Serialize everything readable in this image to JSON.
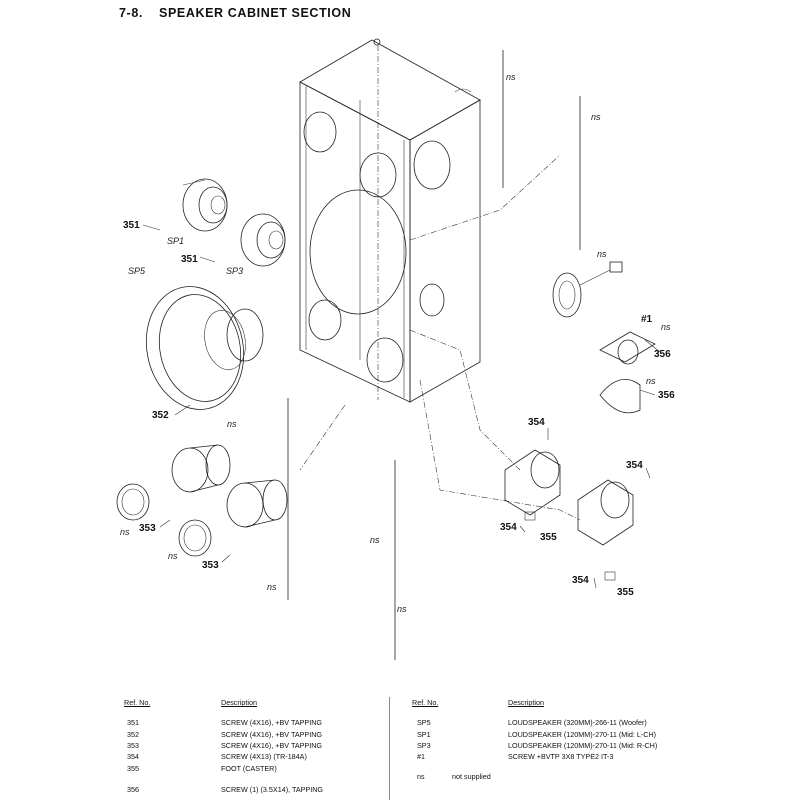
{
  "header": {
    "section_number": "7-8.",
    "section_title": "SPEAKER CABINET SECTION"
  },
  "callouts": {
    "c351a": "351",
    "c351b": "351",
    "c352": "352",
    "c353a": "353",
    "c353b": "353",
    "c354a": "354",
    "c354b": "354",
    "c354c": "354",
    "c354d": "354",
    "c355a": "355",
    "c355b": "355",
    "c356a": "356",
    "c356b": "356",
    "sp1": "SP1",
    "sp3": "SP3",
    "sp5": "SP5",
    "h1": "#1",
    "ns1": "ns",
    "ns2": "ns",
    "ns3": "ns",
    "ns4": "ns",
    "ns5": "ns",
    "ns6": "ns",
    "ns7": "ns",
    "ns8": "ns",
    "ns9": "ns",
    "ns10": "ns",
    "ns11": "ns"
  },
  "parts_table": {
    "headers": {
      "ref": "Ref. No.",
      "desc": "Description",
      "ref2": "Ref. No.",
      "desc2": "Description"
    },
    "left_rows": [
      {
        "ref": "351",
        "desc": "SCREW (4X16), +BV TAPPING"
      },
      {
        "ref": "352",
        "desc": "SCREW (4X16), +BV TAPPING"
      },
      {
        "ref": "353",
        "desc": "SCREW (4X16), +BV TAPPING"
      },
      {
        "ref": "354",
        "desc": "SCREW (4X13) (TR-184A)"
      },
      {
        "ref": "355",
        "desc": "FOOT (CASTER)"
      },
      {
        "ref": "356",
        "desc": "SCREW (1) (3.5X14), TAPPING"
      }
    ],
    "right_rows": [
      {
        "ref": "SP5",
        "desc": "LOUDSPEAKER (320MM)-266-11 (Woofer)"
      },
      {
        "ref": "SP1",
        "desc": "LOUDSPEAKER (120MM)-270-11 (Mid: L-CH)"
      },
      {
        "ref": "SP3",
        "desc": "LOUDSPEAKER (120MM)-270-11 (Mid: R-CH)"
      },
      {
        "ref": "#1",
        "desc": "SCREW +BVTP 3X8 TYPE2 IT-3"
      },
      {
        "ref": "ns",
        "desc": "not supplied"
      }
    ]
  }
}
